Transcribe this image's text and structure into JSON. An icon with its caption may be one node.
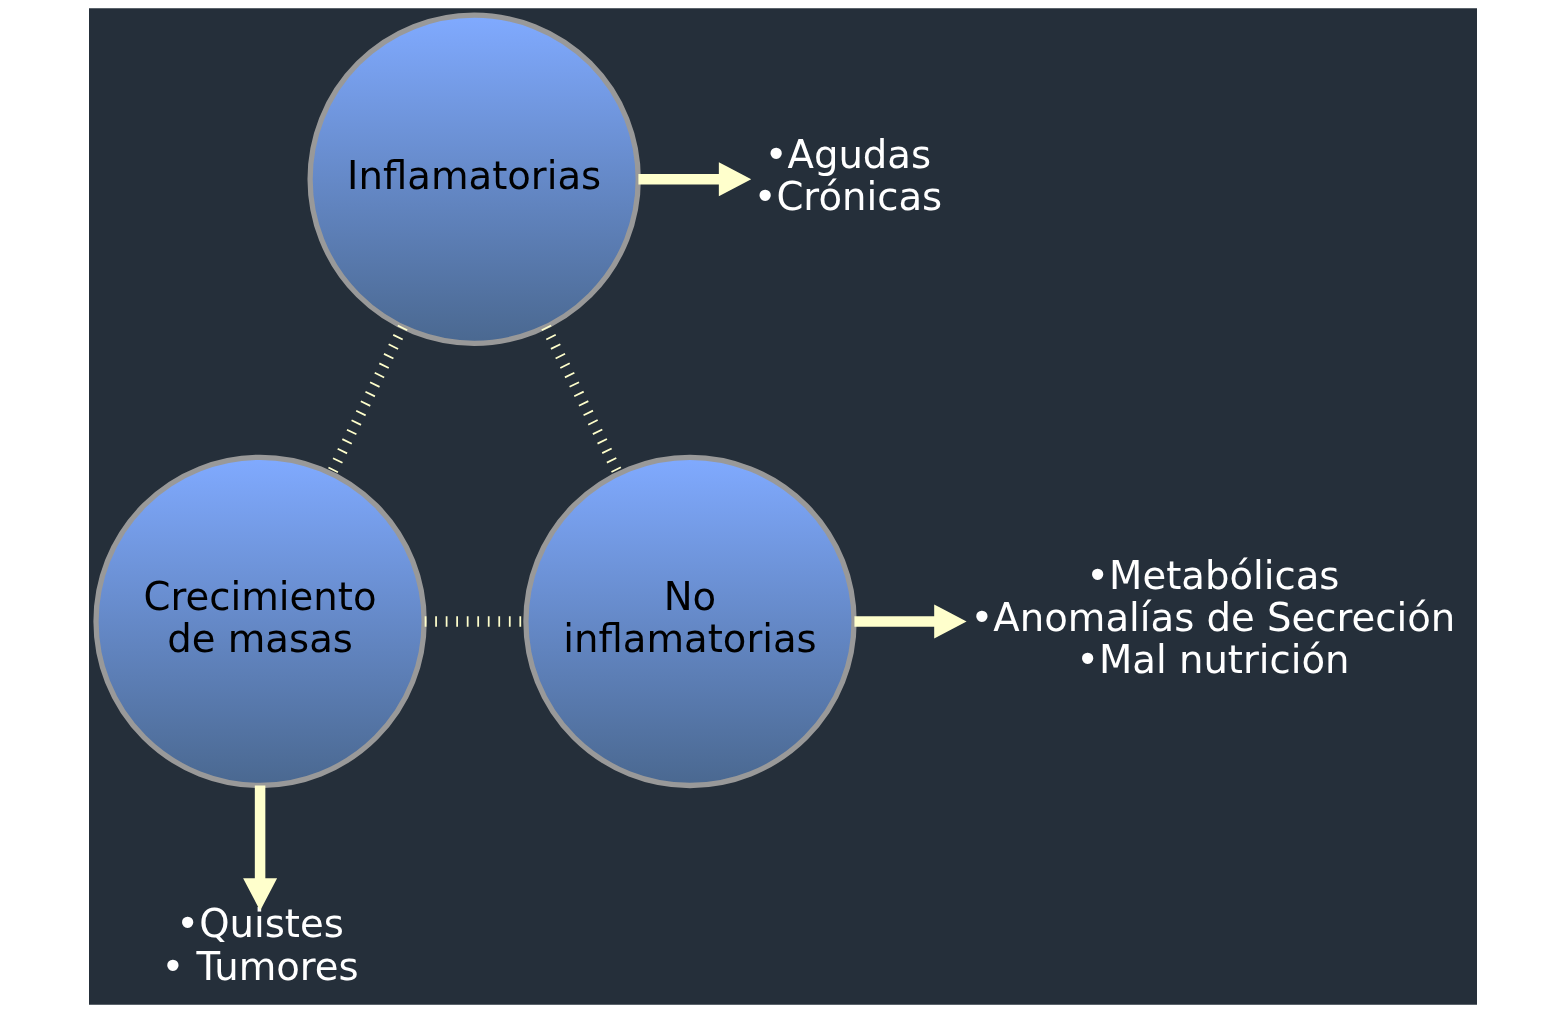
{
  "diagram": {
    "nodes": [
      {
        "text": [
          "Inflamatorias"
        ]
      },
      {
        "text": [
          "Crecimiento de masas"
        ]
      },
      {
        "text": [
          "No inflamatorias"
        ]
      },
      {
        "text": [
          "•Agudas",
          "•Crónicas"
        ]
      },
      {
        "text": [
          "•Metabólicas",
          "•Anomalías de Secreción",
          "•Mal nutrición"
        ]
      },
      {
        "text": [
          "•Quistes",
          "• Tumores"
        ]
      }
    ],
    "edges": [
      {
        "from": 0,
        "to": 3,
        "arrow": "to"
      },
      {
        "from": 0,
        "to": 1,
        "arrow": "none",
        "style": "dashed"
      },
      {
        "from": 0,
        "to": 2,
        "arrow": "none",
        "style": "dashed"
      },
      {
        "from": 1,
        "to": 2,
        "arrow": "none",
        "style": "dashed"
      },
      {
        "from": 2,
        "to": 4,
        "arrow": "to"
      },
      {
        "from": 1,
        "to": 5,
        "arrow": "to"
      }
    ]
  }
}
